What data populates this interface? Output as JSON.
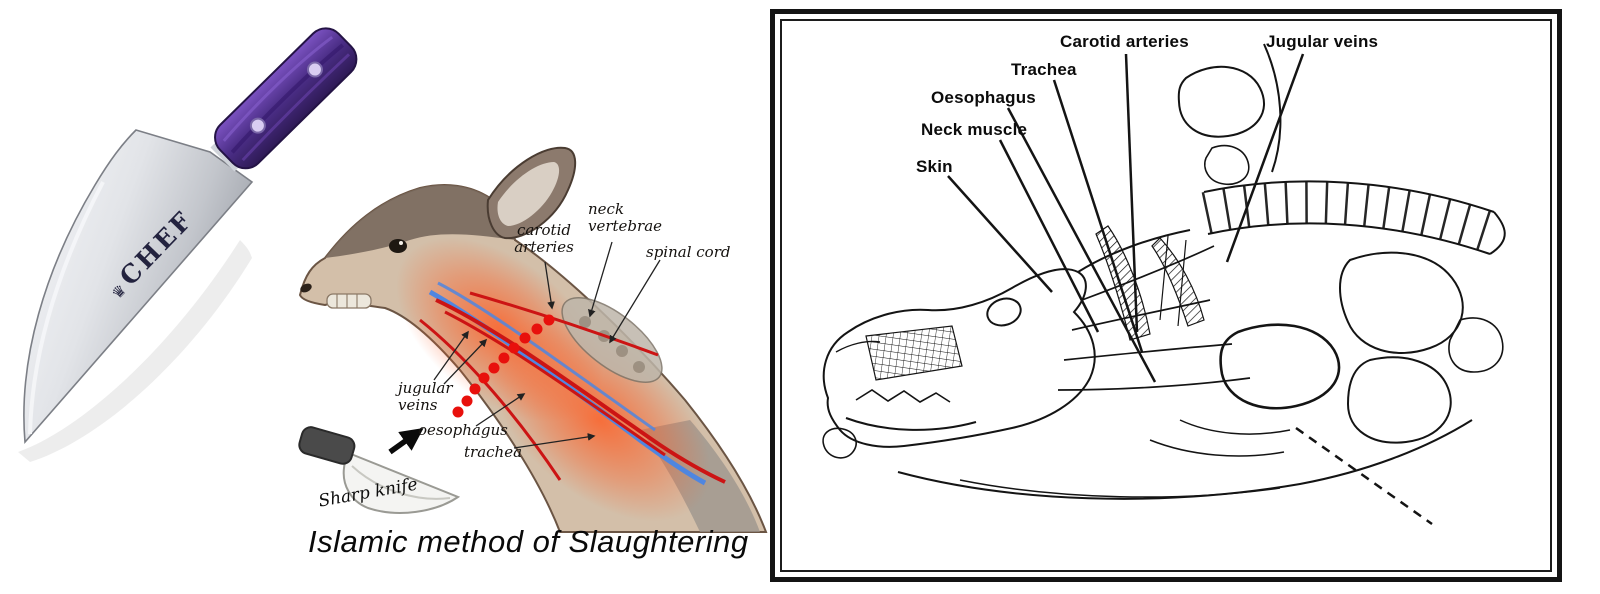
{
  "knife": {
    "brand": "CHEF",
    "crown_glyph": "♛"
  },
  "center_diagram": {
    "caption": "Islamic method of Slaughtering",
    "labels": {
      "carotid_arteries": "carotid\narteries",
      "neck_vertebrae": "neck\nvertebrae",
      "spinal_cord": "spinal cord",
      "jugular_veins": "jugular\nveins",
      "oesophagus": "oesophagus",
      "trachea": "trachea",
      "sharp_knife": "Sharp knife"
    }
  },
  "right_figure": {
    "labels": {
      "carotid_arteries": "Carotid arteries",
      "jugular_veins": "Jugular veins",
      "trachea": "Trachea",
      "oesophagus": "Oesophagus",
      "neck_muscle": "Neck muscle",
      "skin": "Skin"
    }
  },
  "colors": {
    "artery_red": "#cc1414",
    "vein_blue": "#4f86e0",
    "cut_dot_red": "#e8100c",
    "handle_purple": "#5a3796",
    "neck_glow_orange": "#ff5a1f"
  }
}
